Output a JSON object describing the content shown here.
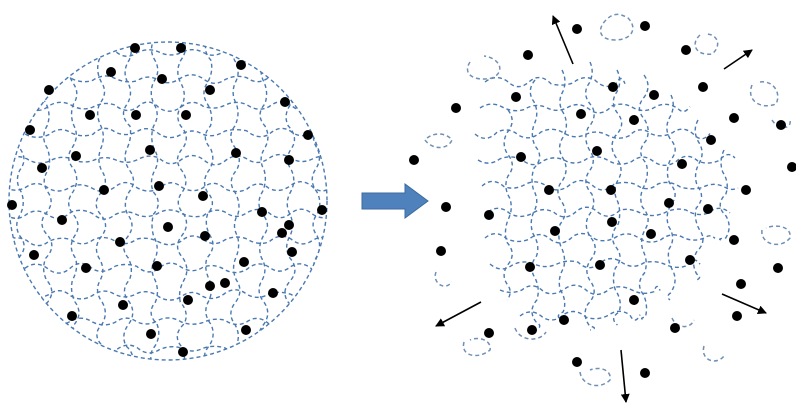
{
  "figure": {
    "panels": [
      {
        "id": "intact-network",
        "label": ""
      },
      {
        "id": "fragmenting-network",
        "label": ""
      }
    ],
    "transition_arrow": {
      "color": "#4f81bd",
      "icon": "block-arrow-right"
    },
    "colors": {
      "network_line": "#4a79b0",
      "fragment_line": "#6f8fb4",
      "particle": "#000000",
      "motion_arrow": "#000000"
    }
  }
}
